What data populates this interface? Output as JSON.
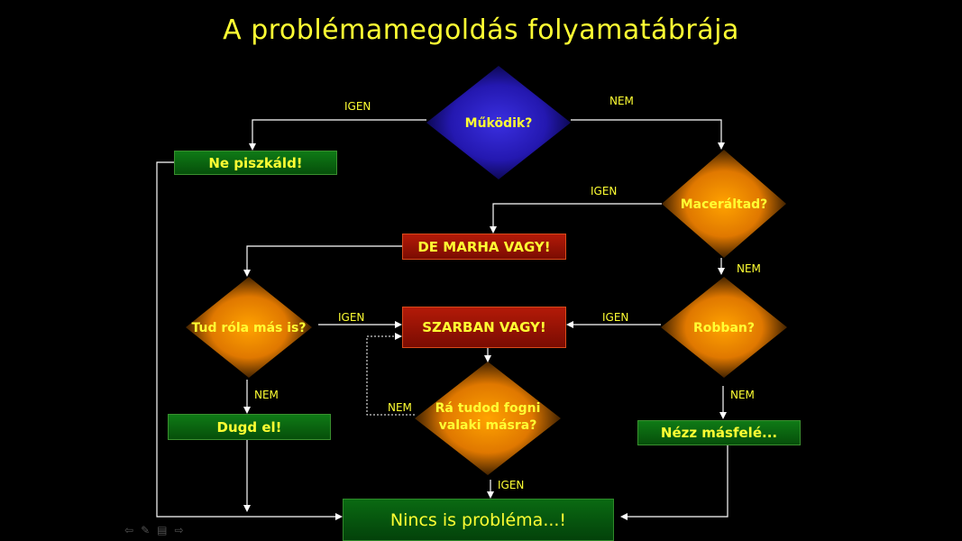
{
  "title": "A problémamegoldás folyamatábrája",
  "nodes": {
    "mukodik": "Működik?",
    "ne_piszkald": "Ne piszkáld!",
    "maceraltad": "Maceráltad?",
    "de_marha": "DE MARHA VAGY!",
    "tud_rola": "Tud róla más is?",
    "szarban": "SZARBAN VAGY!",
    "robban": "Robban?",
    "ra_tudod_1": "Rá tudod fogni",
    "ra_tudod_2": "valaki másra?",
    "dugd_el": "Dugd el!",
    "nezz": "Nézz másfelé...",
    "nincs": "Nincs is probléma...!"
  },
  "labels": {
    "yes": "IGEN",
    "no": "NEM"
  },
  "colors": {
    "text": "#ffff33",
    "decision_blue": "#2a1fb8",
    "decision_orange": "#ff9900",
    "box_green": "#0b6a12",
    "box_red": "#a01404",
    "line": "#ffffff"
  },
  "nav_icons": [
    "arrow-left-icon",
    "pen-icon",
    "menu-icon",
    "arrow-right-icon"
  ]
}
